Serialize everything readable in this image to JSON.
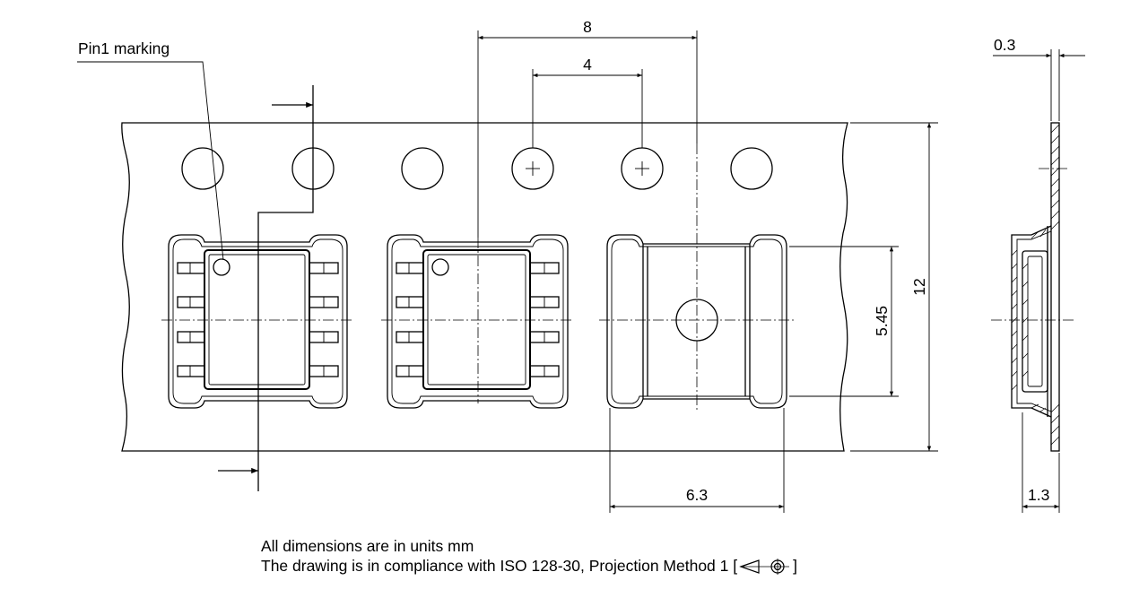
{
  "drawing": {
    "callout_pin1": "Pin1 marking",
    "dimensions": {
      "hole_pitch_x2": "8",
      "hole_pitch": "4",
      "tape_width": "12",
      "pocket_length": "5.45",
      "pocket_width": "6.3",
      "tape_thickness": "0.3",
      "pocket_depth": "1.3"
    }
  },
  "notes": {
    "line1": "All dimensions are in units mm",
    "line2_prefix": "The drawing is in compliance with ISO 128-30, Projection Method 1 [",
    "line2_suffix": "]",
    "projection_symbol": "first-angle-projection-icon"
  }
}
